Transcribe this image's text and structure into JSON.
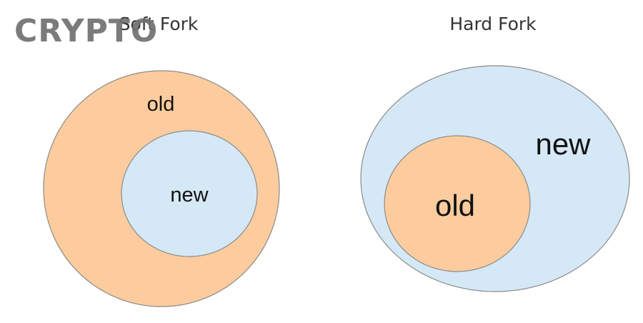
{
  "watermark": {
    "text": "CRYPTO"
  },
  "soft_fork": {
    "title": "Soft Fork",
    "outer_label": "old",
    "inner_label": "new",
    "outer_color": "#fdcc9e",
    "inner_color": "#d5e8f6"
  },
  "hard_fork": {
    "title": "Hard Fork",
    "outer_label": "new",
    "inner_label": "old",
    "outer_color": "#d5e8f6",
    "inner_color": "#fdcc9e"
  },
  "colors": {
    "stroke": "#8a8a8a",
    "text": "#111111"
  }
}
